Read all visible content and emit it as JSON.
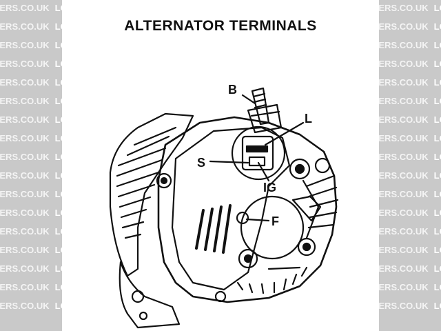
{
  "title": "ALTERNATOR TERMINALS",
  "terminals": {
    "b": "B",
    "l": "L",
    "s": "S",
    "ig": "IG",
    "f": "F"
  },
  "watermark": {
    "part1": "DERS.CO.UK",
    "part2": "LOCOSTERS"
  },
  "colors": {
    "ink": "#111111",
    "side_background": "#c9c9c9"
  }
}
